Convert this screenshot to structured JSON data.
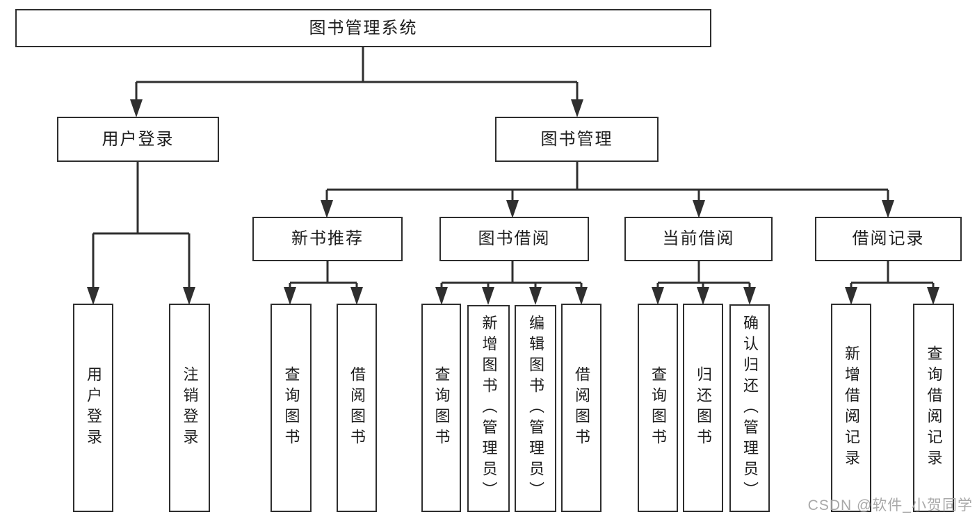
{
  "diagram": {
    "title": "图书管理系统",
    "watermark": "CSDN @软件_小贺同学",
    "colors": {
      "line": "#2f2f2f",
      "box_border": "#2e2e2e",
      "box_fill": "#ffffff",
      "text": "#1d1d1d",
      "watermark": "#a4a4a4",
      "background": "#ffffff"
    },
    "nodes": {
      "root": "图书管理系统",
      "user_login": "用户登录",
      "book_management": "图书管理",
      "new_book_recommend": "新书推荐",
      "book_borrow": "图书借阅",
      "current_borrow": "当前借阅",
      "borrow_records": "借阅记录",
      "leaf_user_login": "用户登录",
      "leaf_logout": "注销登录",
      "nbr_query_books": "查询图书",
      "nbr_borrow_books": "借阅图书",
      "bb_query_books": "查询图书",
      "bb_add_books": "新增图书（管理员）",
      "bb_edit_books": "编辑图书（管理员）",
      "bb_borrow_books": "借阅图书",
      "cb_query_books": "查询图书",
      "cb_return_books": "归还图书",
      "cb_confirm_return": "确认归还（管理员）",
      "br_add_record": "新增借阅记录",
      "br_query_record": "查询借阅记录"
    },
    "structure": {
      "root": [
        "user_login",
        "book_management"
      ],
      "user_login": [
        "leaf_user_login",
        "leaf_logout"
      ],
      "book_management": [
        "new_book_recommend",
        "book_borrow",
        "current_borrow",
        "borrow_records"
      ],
      "new_book_recommend": [
        "nbr_query_books",
        "nbr_borrow_books"
      ],
      "book_borrow": [
        "bb_query_books",
        "bb_add_books",
        "bb_edit_books",
        "bb_borrow_books"
      ],
      "current_borrow": [
        "cb_query_books",
        "cb_return_books",
        "cb_confirm_return"
      ],
      "borrow_records": [
        "br_add_record",
        "br_query_record"
      ]
    }
  }
}
